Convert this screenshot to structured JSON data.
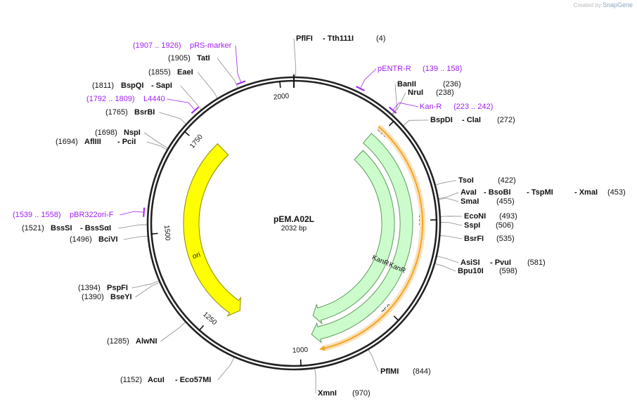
{
  "watermark": {
    "prefix": "Created by",
    "brand": "SnapGene"
  },
  "plasmid": {
    "name": "pEM.A02L",
    "length_label": "2032 bp",
    "length": 2032
  },
  "ticks": [
    "250",
    "500",
    "750",
    "1000",
    "1250",
    "1500",
    "1750",
    "2000"
  ],
  "tick_positions": [
    250,
    500,
    750,
    1000,
    1250,
    1500,
    1750,
    2000
  ],
  "features": [
    {
      "name": "KanR",
      "start": 245,
      "end": 950,
      "color": "#ccfccc"
    },
    {
      "name": "KanR",
      "start": 230,
      "end": 965,
      "color": "#ccfccc"
    },
    {
      "name": "ori",
      "start": 1195,
      "end": 1785,
      "color": "#ffff00"
    }
  ],
  "orf": {
    "start": 232,
    "end": 952,
    "color": "#f5a623"
  },
  "enzyme_labels": [
    {
      "pos": "(4)",
      "names": [
        "PflFI",
        "- Tth111I"
      ],
      "site": 4
    },
    {
      "pos": "(236)",
      "names": [
        "BanII"
      ],
      "site": 236
    },
    {
      "pos": "(238)",
      "names": [
        "NruI"
      ],
      "site": 238
    },
    {
      "pos": "(272)",
      "names": [
        "BspDI",
        "- ClaI"
      ],
      "site": 272
    },
    {
      "pos": "(422)",
      "names": [
        "TsoI"
      ],
      "site": 422
    },
    {
      "pos": "(453)",
      "names": [
        "AvaI",
        "- BsoBI",
        "- TspMI",
        "- XmaI"
      ],
      "site": 453
    },
    {
      "pos": "(455)",
      "names": [
        "SmaI"
      ],
      "site": 455
    },
    {
      "pos": "(493)",
      "names": [
        "EcoNI"
      ],
      "site": 493
    },
    {
      "pos": "(506)",
      "names": [
        "SspI"
      ],
      "site": 506
    },
    {
      "pos": "(535)",
      "names": [
        "BsrFI"
      ],
      "site": 535
    },
    {
      "pos": "(581)",
      "names": [
        "AsiSI",
        "- PvuI"
      ],
      "site": 581
    },
    {
      "pos": "(598)",
      "names": [
        "Bpu10I"
      ],
      "site": 598
    },
    {
      "pos": "(844)",
      "names": [
        "PflMI"
      ],
      "site": 844
    },
    {
      "pos": "(970)",
      "names": [
        "XmnI"
      ],
      "site": 970
    },
    {
      "pos": "(1152)",
      "names": [
        "AcuI",
        "- Eco57MI"
      ],
      "site": 1152
    },
    {
      "pos": "(1285)",
      "names": [
        "AlwNI"
      ],
      "site": 1285
    },
    {
      "pos": "(1394)",
      "names": [
        "PspFI"
      ],
      "site": 1394
    },
    {
      "pos": "(1390)",
      "names": [
        "BseYI"
      ],
      "site": 1390
    },
    {
      "pos": "(1496)",
      "names": [
        "BciVI"
      ],
      "site": 1496
    },
    {
      "pos": "(1521)",
      "names": [
        "BssSI",
        "- BssSαI"
      ],
      "site": 1521
    },
    {
      "pos": "(1694)",
      "names": [
        "AflIII",
        "- PciI"
      ],
      "site": 1694
    },
    {
      "pos": "(1698)",
      "names": [
        "NspI"
      ],
      "site": 1698
    },
    {
      "pos": "(1765)",
      "names": [
        "BsrBI"
      ],
      "site": 1765
    },
    {
      "pos": "(1811)",
      "names": [
        "BspQI",
        "- SapI"
      ],
      "site": 1811
    },
    {
      "pos": "(1855)",
      "names": [
        "EaeI"
      ],
      "site": 1855
    },
    {
      "pos": "(1905)",
      "names": [
        "TatI"
      ],
      "site": 1905
    }
  ],
  "primer_labels": [
    {
      "name": "pENTR-R",
      "range": "(139 .. 158)",
      "site": 148
    },
    {
      "name": "Kan-R",
      "range": "(223 .. 242)",
      "site": 232
    },
    {
      "name": "pBR322ori-F",
      "range": "(1539 .. 1558)",
      "site": 1548
    },
    {
      "name": "L4440",
      "range": "(1792 .. 1809)",
      "site": 1800
    },
    {
      "name": "pRS-marker",
      "range": "(1907 .. 1926)",
      "site": 1916
    }
  ],
  "colors": {
    "primer": "#a020f0",
    "backbone": "#222222"
  }
}
